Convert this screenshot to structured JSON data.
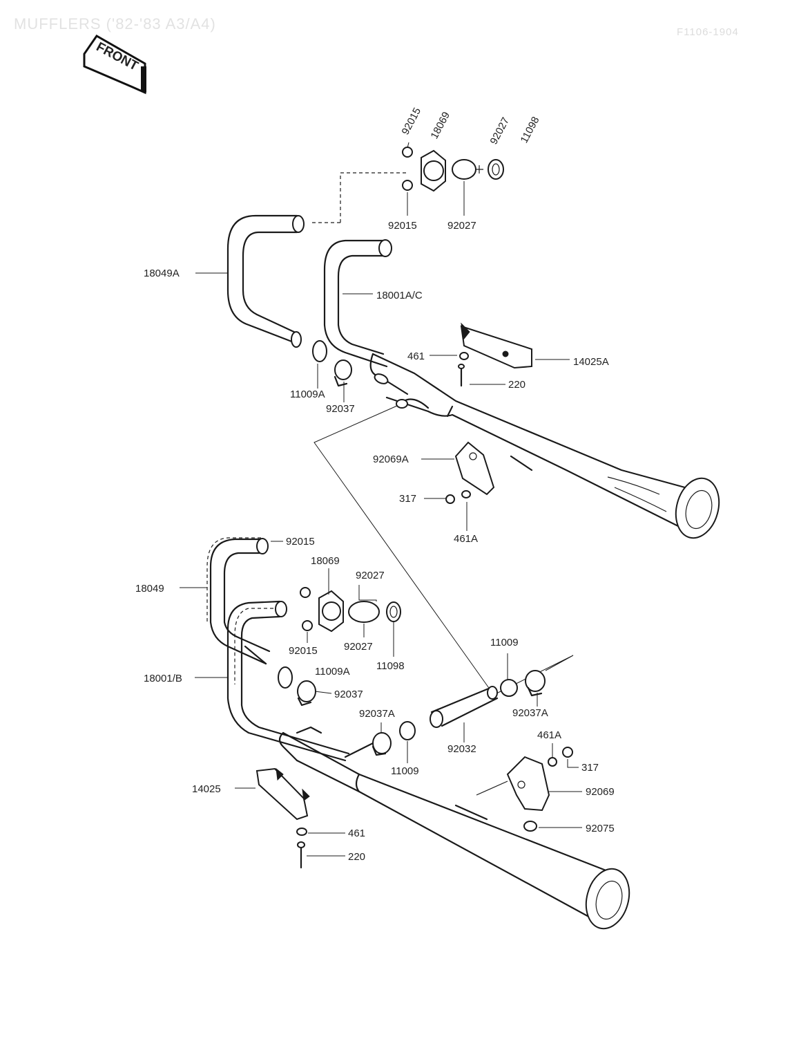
{
  "header": {
    "title": "MUFFLERS ('82-'83 A3/A4)",
    "code": "F1106-1904"
  },
  "front_tag": "FRONT",
  "upper_assembly": {
    "labels": {
      "p92015_top": "92015",
      "p18069_top": "18069",
      "p92027_top": "92027",
      "p11098_top": "11098",
      "p92015_bot": "92015",
      "p92027_bot": "92027",
      "p18049A": "18049A",
      "p18001AC": "18001A/C",
      "p461": "461",
      "p14025A": "14025A",
      "p220": "220",
      "p11009A": "11009A",
      "p92037": "92037",
      "p92069A": "92069A",
      "p317": "317",
      "p461A": "461A"
    }
  },
  "lower_assembly": {
    "labels": {
      "p92015_a": "92015",
      "p18069": "18069",
      "p92027_a": "92027",
      "p18049": "18049",
      "p92015_b": "92015",
      "p92027_b": "92027",
      "p11098": "11098",
      "p18001B": "18001/B",
      "p11009A": "11009A",
      "p92037": "92037",
      "p11009_r": "11009",
      "p92037A_r": "92037A",
      "p92037A_l": "92037A",
      "p92032": "92032",
      "p11009_l": "11009",
      "p461A": "461A",
      "p317": "317",
      "p14025": "14025",
      "p92069": "92069",
      "p461": "461",
      "p92075": "92075",
      "p220": "220"
    }
  }
}
